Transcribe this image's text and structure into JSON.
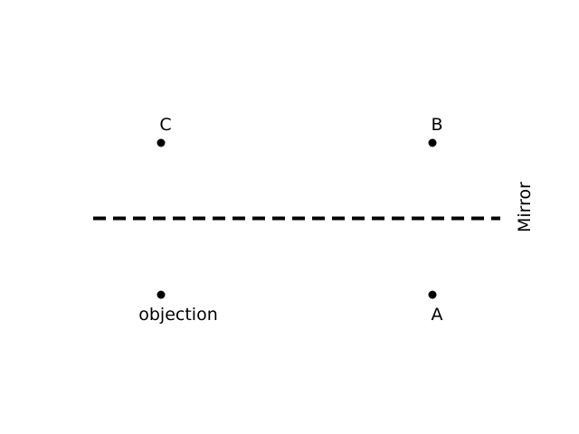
{
  "diagram": {
    "mirror_label": "Mirror",
    "points": [
      {
        "id": "object",
        "label": "objection"
      },
      {
        "id": "c",
        "label": "C"
      },
      {
        "id": "b",
        "label": "B"
      },
      {
        "id": "a",
        "label": "A"
      }
    ],
    "colors": {
      "ink": "#000000",
      "background": "#ffffff"
    }
  }
}
